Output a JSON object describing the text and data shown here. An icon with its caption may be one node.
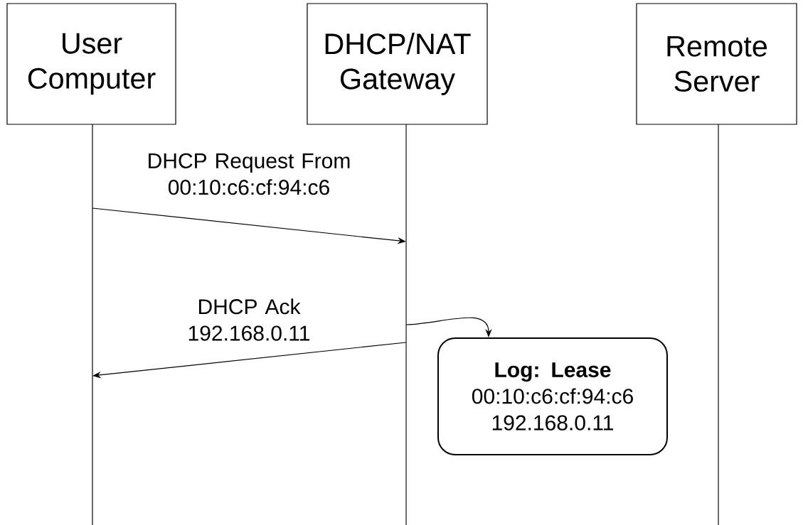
{
  "diagram": {
    "nodes": [
      {
        "text": [
          "User Computer"
        ]
      },
      {
        "text": [
          "DHCP/NAT Gateway"
        ]
      },
      {
        "text": [
          "Remote Server"
        ]
      },
      {
        "text": [
          "Log: Lease",
          "00:10:c6:cf:94:c6 192.168.0.11"
        ]
      }
    ],
    "edges": [
      {
        "from": 0,
        "to": 1,
        "arrow": "to",
        "label": "DHCP Request From 00:10:c6:cf:94:c6"
      },
      {
        "from": 1,
        "to": 0,
        "arrow": "to",
        "label": "DHCP Ack 192.168.0.11"
      },
      {
        "from": 1,
        "to": 3,
        "arrow": "to"
      }
    ]
  }
}
